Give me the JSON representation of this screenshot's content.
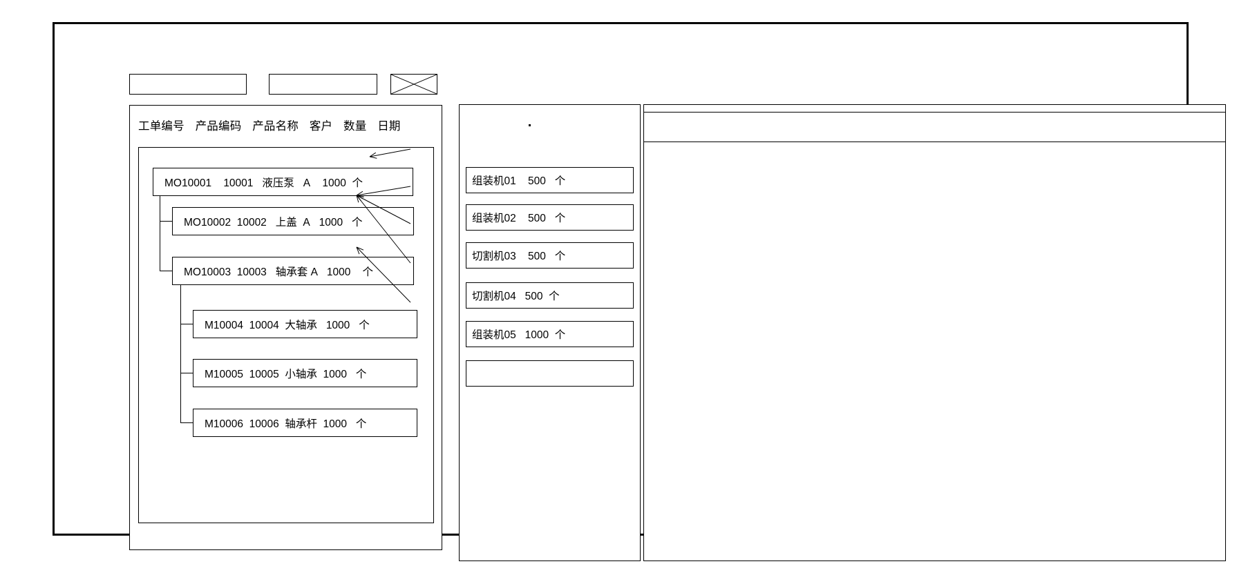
{
  "window": {
    "title": ""
  },
  "toolbar": {
    "boxes": [
      {
        "name": "toolbar-field-1",
        "label": ""
      },
      {
        "name": "toolbar-field-2",
        "label": ""
      },
      {
        "name": "toolbar-image-placeholder",
        "label": "",
        "icon": "crossed-box-image-placeholder-icon"
      }
    ]
  },
  "left_panel": {
    "columns": [
      "工单编号",
      "产品编码",
      "产品名称",
      "客户",
      "数量",
      "日期"
    ],
    "rows": [
      {
        "order_no": "MO10001",
        "product_code": "10001",
        "product_name": "液压泵",
        "customer": "A",
        "quantity": "1000",
        "unit": "个",
        "level": 0
      },
      {
        "order_no": "MO10002",
        "product_code": "10002",
        "product_name": "上盖",
        "customer": "A",
        "quantity": "1000",
        "unit": "个",
        "level": 1
      },
      {
        "order_no": "MO10003",
        "product_code": "10003",
        "product_name": "轴承套",
        "customer": "A",
        "quantity": "1000",
        "unit": "个",
        "level": 1
      },
      {
        "order_no": "M10004",
        "product_code": "10004",
        "product_name": "大轴承",
        "customer": "",
        "quantity": "1000",
        "unit": "个",
        "level": 2
      },
      {
        "order_no": "M10005",
        "product_code": "10005",
        "product_name": "小轴承",
        "customer": "",
        "quantity": "1000",
        "unit": "个",
        "level": 2
      },
      {
        "order_no": "M10006",
        "product_code": "10006",
        "product_name": "轴承杆",
        "customer": "",
        "quantity": "1000",
        "unit": "个",
        "level": 2
      }
    ]
  },
  "middle_panel": {
    "marker": ".",
    "rows": [
      {
        "machine": "组装机01",
        "quantity": "500",
        "unit": "个"
      },
      {
        "machine": "组装机02",
        "quantity": "500",
        "unit": "个"
      },
      {
        "machine": "切割机03",
        "quantity": "500",
        "unit": "个"
      },
      {
        "machine": "切割机04",
        "quantity": "500",
        "unit": "个"
      },
      {
        "machine": "组装机05",
        "quantity": "1000",
        "unit": "个"
      },
      {
        "machine": "",
        "quantity": "",
        "unit": ""
      }
    ]
  },
  "right_panel": {
    "header_text": "",
    "body_text": ""
  },
  "colors": {
    "line": "#000000",
    "background": "#ffffff"
  }
}
